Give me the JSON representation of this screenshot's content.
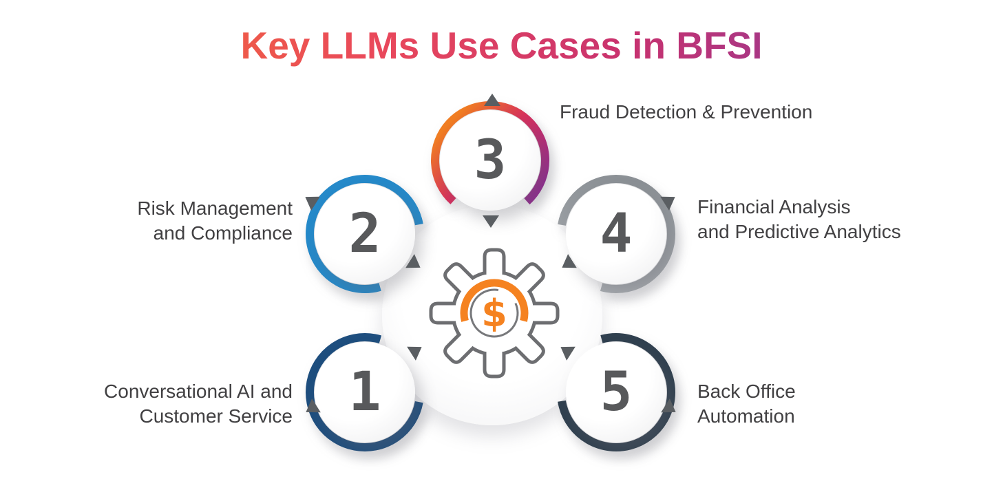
{
  "title": {
    "text": "Key LLMs Use Cases in BFSI",
    "gradient_colors": [
      "#F2683C",
      "#E9485B",
      "#8E3A97"
    ]
  },
  "center_icon": {
    "name": "gear-dollar-icon",
    "dollar_symbol": "$",
    "gear_color": "#6D6E71",
    "accent_color": "#F58220"
  },
  "arrow_color": "#5A5E62",
  "number_color": "#58595B",
  "label_color": "#414042",
  "items": [
    {
      "number": "1",
      "label_line1": "Conversational AI and",
      "label_line2": "Customer Service",
      "ring_color": "#1E4E7E",
      "position": "bottom-left"
    },
    {
      "number": "2",
      "label_line1": "Risk Management",
      "label_line2": "and Compliance",
      "ring_color": "#2589C9",
      "position": "middle-left"
    },
    {
      "number": "3",
      "label_line1": "Fraud Detection & Prevention",
      "label_line2": "",
      "ring_gradient": {
        "top": "#92278F",
        "mid": "#D8315B",
        "bottom": "#F07D22"
      },
      "position": "top"
    },
    {
      "number": "4",
      "label_line1": "Financial Analysis",
      "label_line2": "and Predictive Analytics",
      "ring_color": "#9BA0A5",
      "position": "middle-right"
    },
    {
      "number": "5",
      "label_line1": "Back Office",
      "label_line2": "Automation",
      "ring_color": "#30404F",
      "position": "bottom-right"
    }
  ]
}
